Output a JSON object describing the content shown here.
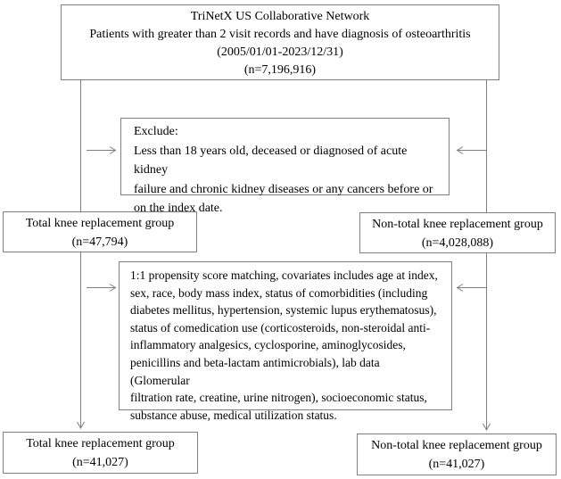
{
  "colors": {
    "border": "#7f7f7f",
    "line": "#7f7f7f",
    "text": "#000000",
    "background": "#ffffff"
  },
  "flowchart": {
    "source_box": {
      "lines": [
        "TriNetX US Collaborative Network",
        "Patients with greater than 2 visit records and have diagnosis of osteoarthritis",
        "(2005/01/01-2023/12/31)",
        "(n=7,196,916)"
      ]
    },
    "exclude_box": {
      "lines": [
        "Exclude:",
        "Less than 18 years old, deceased or diagnosed of acute kidney",
        "failure and chronic kidney diseases or any cancers before or",
        "on the index date."
      ]
    },
    "tkr_group_box": {
      "lines": [
        "Total knee replacement group",
        "(n=47,794)"
      ]
    },
    "non_tkr_group_box": {
      "lines": [
        "Non-total knee replacement group",
        "(n=4,028,088)"
      ]
    },
    "matching_box": {
      "lines": [
        "1:1 propensity score matching, covariates includes age at index,",
        "sex, race, body mass index, status of comorbidities (including",
        "diabetes mellitus, hypertension, systemic lupus erythematosus),",
        "status of comedication use (corticosteroids, non-steroidal anti-",
        "inflammatory analgesics, cyclosporine, aminoglycosides,",
        "penicillins and beta-lactam antimicrobials), lab data (Glomerular",
        "filtration rate, creatine, urine nitrogen), socioeconomic status,",
        "substance abuse, medical utilization status."
      ]
    },
    "tkr_matched_box": {
      "lines": [
        "Total knee replacement group",
        "(n=41,027)"
      ]
    },
    "non_tkr_matched_box": {
      "lines": [
        "Non-total knee replacement group",
        "(n=41,027)"
      ]
    }
  }
}
